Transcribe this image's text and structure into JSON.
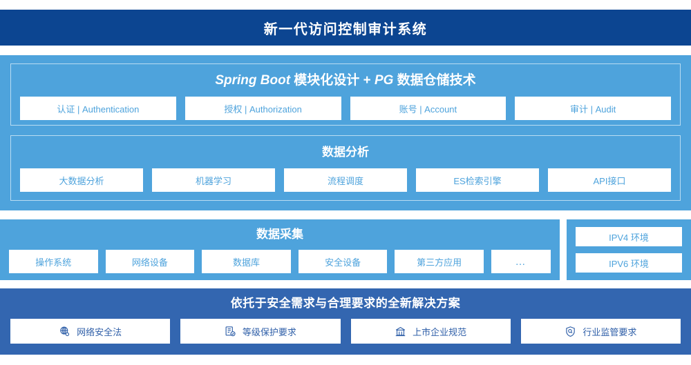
{
  "header": {
    "title": "新一代访问控制审计系统",
    "bg_color": "#0c4591"
  },
  "architecture": {
    "spring_panel": {
      "title_latin_1": "Spring Boot",
      "title_cn_1": " 模块化设计 + ",
      "title_latin_2": "PG",
      "title_cn_2": " 数据仓储技术",
      "cards": [
        {
          "label": "认证 | Authentication"
        },
        {
          "label": "授权 | Authorization"
        },
        {
          "label": "账号 | Account"
        },
        {
          "label": "审计 | Audit"
        }
      ]
    },
    "analysis_panel": {
      "title": "数据分析",
      "cards": [
        {
          "label": "大数据分析"
        },
        {
          "label": "机器学习"
        },
        {
          "label": "流程调度"
        },
        {
          "label": "ES检索引擎"
        },
        {
          "label": "API接口"
        }
      ]
    },
    "bg_color": "#4ea3dc"
  },
  "acquisition": {
    "title": "数据采集",
    "cards": [
      {
        "label": "操作系统"
      },
      {
        "label": "网络设备"
      },
      {
        "label": "数据库"
      },
      {
        "label": "安全设备"
      },
      {
        "label": "第三方应用"
      },
      {
        "label": "…"
      }
    ]
  },
  "ip_environments": {
    "items": [
      {
        "label": "IPV4 环境"
      },
      {
        "label": "IPV6 环境"
      }
    ]
  },
  "solution": {
    "title": "依托于安全需求与合理要求的全新解决方案",
    "bg_color": "#3366b0",
    "cards": [
      {
        "label": "网络安全法",
        "icon": "globe-network-icon"
      },
      {
        "label": "等级保护要求",
        "icon": "document-check-icon"
      },
      {
        "label": "上市企业规范",
        "icon": "bank-building-icon"
      },
      {
        "label": "行业监管要求",
        "icon": "shield-search-icon"
      }
    ]
  }
}
